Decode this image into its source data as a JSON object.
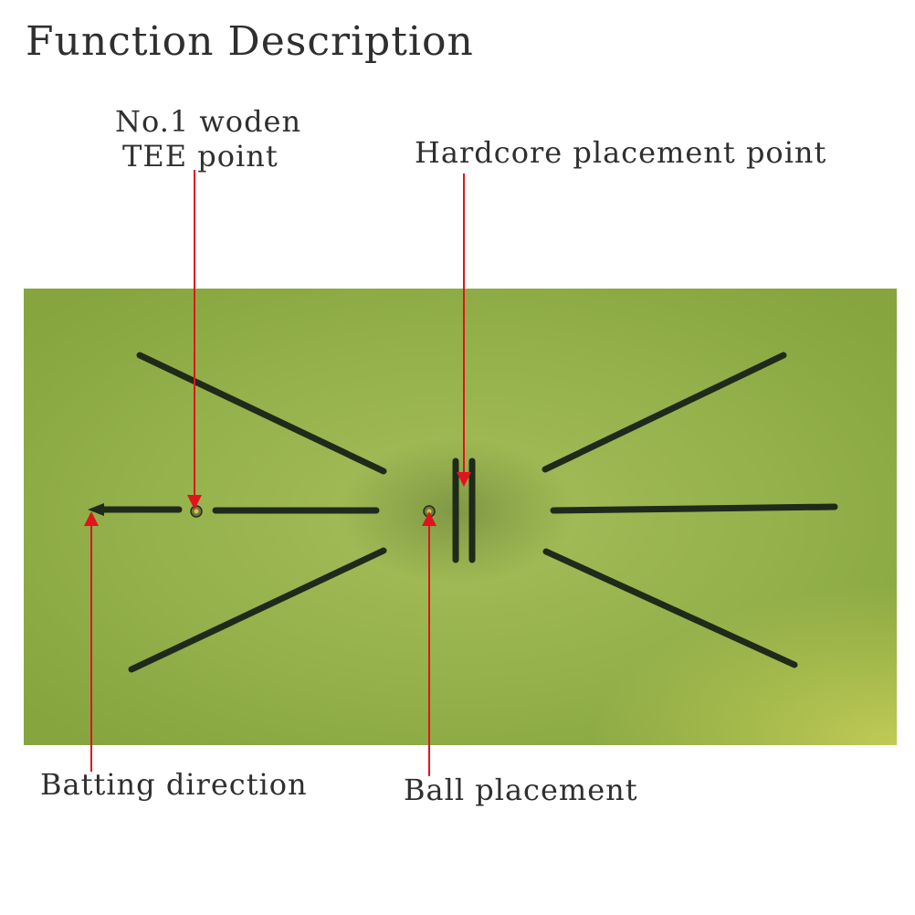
{
  "title": "Function Description",
  "callouts": {
    "tee_point": {
      "line1": "No.1 woden",
      "line2": "TEE point"
    },
    "hardcore_point": "Hardcore placement point",
    "batting_direction": "Batting direction",
    "ball_placement": "Ball placement"
  },
  "colors": {
    "mat_green": "#93b04a",
    "slot_dark": "#1f2a1a",
    "arrow_red": "#e0141c",
    "text": "#2f2f2f"
  }
}
